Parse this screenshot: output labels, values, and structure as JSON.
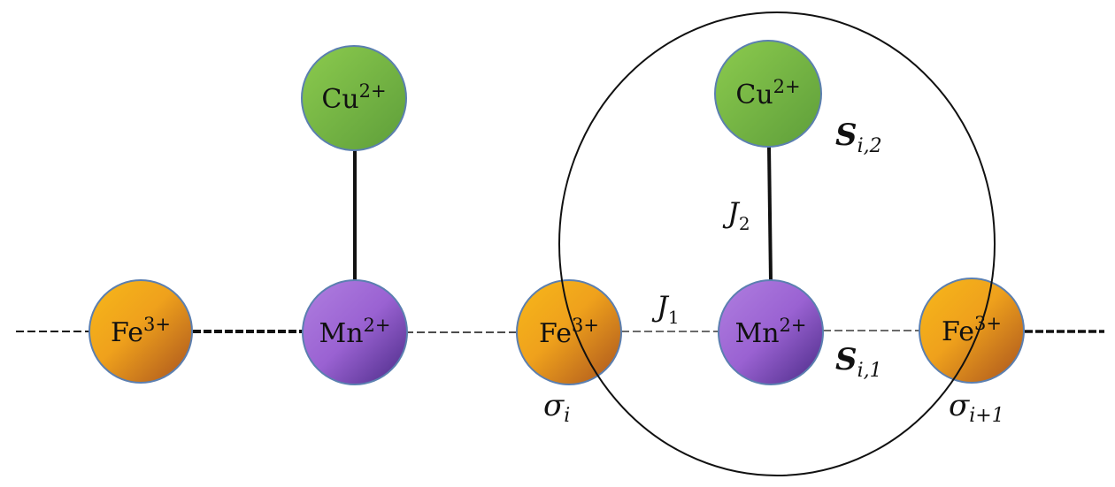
{
  "atoms": {
    "fe_left": {
      "element": "Fe",
      "charge": "3+"
    },
    "mn_left": {
      "element": "Mn",
      "charge": "2+"
    },
    "cu_left": {
      "element": "Cu",
      "charge": "2+"
    },
    "fe_mid": {
      "element": "Fe",
      "charge": "3+"
    },
    "mn_right": {
      "element": "Mn",
      "charge": "2+"
    },
    "cu_right": {
      "element": "Cu",
      "charge": "2+"
    },
    "fe_right": {
      "element": "Fe",
      "charge": "3+"
    }
  },
  "labels": {
    "sigma_i": {
      "base": "σ",
      "sub": "i"
    },
    "sigma_i1": {
      "base": "σ",
      "sub": "i+1"
    },
    "j1": {
      "base": "J",
      "sub": "1"
    },
    "j2": {
      "base": "J",
      "sub": "2"
    },
    "s_i2": {
      "base": "S",
      "sub": "i,2"
    },
    "s_i1": {
      "base": "S",
      "sub": "i,1"
    }
  },
  "colors": {
    "fe_light": "#F7B81A",
    "fe_dark": "#A8521E",
    "mn_light": "#B07FE0",
    "mn_dark": "#4A2A86",
    "cu_light": "#8CCB4E",
    "cu_dark": "#5E9E3A",
    "atom_stroke": "#5B7FB0"
  }
}
